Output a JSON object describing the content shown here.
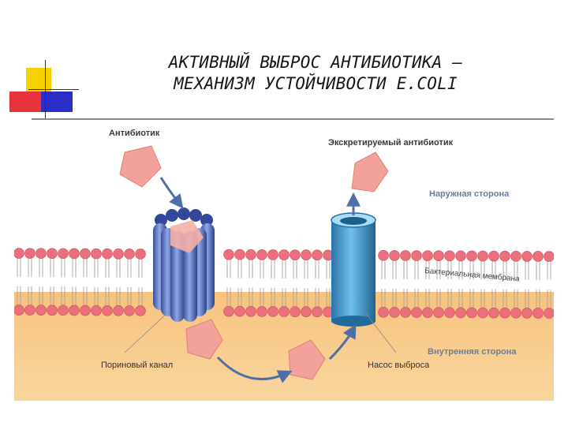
{
  "slide": {
    "title_line1": "АКТИВНЫЙ ВЫБРОС АНТИБИОТИКА –",
    "title_line2": "МЕХАНИЗМ УСТОЙЧИВОСТИ E.COLI"
  },
  "diagram": {
    "labels": {
      "antibiotic": "Антибиотик",
      "excreted_antibiotic": "Экскретируемый антибиотик",
      "outer_side": "Наружная сторона",
      "bacterial_membrane": "Бактериальная мембрана",
      "inner_side": "Внутренняя сторона",
      "porin_channel": "Пориновый канал",
      "efflux_pump": "Насос выброса"
    }
  },
  "colors": {
    "accent_yellow": "#f6d000",
    "accent_red": "#e8333d",
    "accent_blue": "#2c2ec8",
    "lipid_head": "#ec6f7c",
    "cytoplasm": "#f7c27e",
    "porin": "#5a78c6",
    "pump": "#3f96cc",
    "antibiotic": "#f2a29a"
  }
}
